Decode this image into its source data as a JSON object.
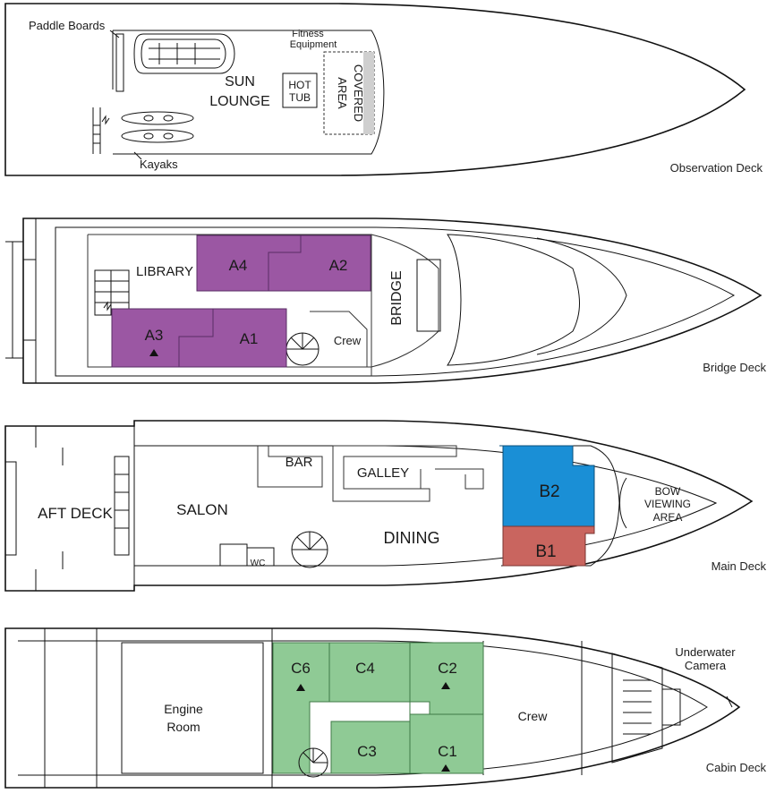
{
  "decks": [
    {
      "name": "Observation Deck",
      "labels": {
        "paddle_boards": "Paddle Boards",
        "fitness_1": "Fitness",
        "fitness_2": "Equipment",
        "sun_1": "SUN",
        "sun_2": "LOUNGE",
        "hot_1": "HOT",
        "hot_2": "TUB",
        "covered_1": "COVERED",
        "covered_2": "AREA",
        "kayaks": "Kayaks"
      }
    },
    {
      "name": "Bridge Deck",
      "labels": {
        "library": "LIBRARY",
        "bridge": "BRIDGE",
        "crew": "Crew"
      },
      "cabins": [
        {
          "id": "A4",
          "color": "#9b57a3",
          "triangle": false
        },
        {
          "id": "A2",
          "color": "#9b57a3",
          "triangle": false
        },
        {
          "id": "A3",
          "color": "#9b57a3",
          "triangle": true
        },
        {
          "id": "A1",
          "color": "#9b57a3",
          "triangle": false
        }
      ]
    },
    {
      "name": "Main Deck",
      "labels": {
        "aft_deck": "AFT DECK",
        "salon": "SALON",
        "bar": "BAR",
        "galley": "GALLEY",
        "dining": "DINING",
        "wc": "WC",
        "bow_1": "BOW",
        "bow_2": "VIEWING",
        "bow_3": "AREA"
      },
      "cabins": [
        {
          "id": "B2",
          "color": "#1a8fd6",
          "triangle": false
        },
        {
          "id": "B1",
          "color": "#c9655f",
          "triangle": false
        }
      ]
    },
    {
      "name": "Cabin Deck",
      "labels": {
        "engine_1": "Engine",
        "engine_2": "Room",
        "crew": "Crew",
        "camera_1": "Underwater",
        "camera_2": "Camera"
      },
      "cabins": [
        {
          "id": "C6",
          "color": "#8fca95",
          "triangle": true
        },
        {
          "id": "C4",
          "color": "#8fca95",
          "triangle": false
        },
        {
          "id": "C2",
          "color": "#8fca95",
          "triangle": true
        },
        {
          "id": "C3",
          "color": "#8fca95",
          "triangle": false
        },
        {
          "id": "C1",
          "color": "#8fca95",
          "triangle": true
        }
      ]
    }
  ]
}
